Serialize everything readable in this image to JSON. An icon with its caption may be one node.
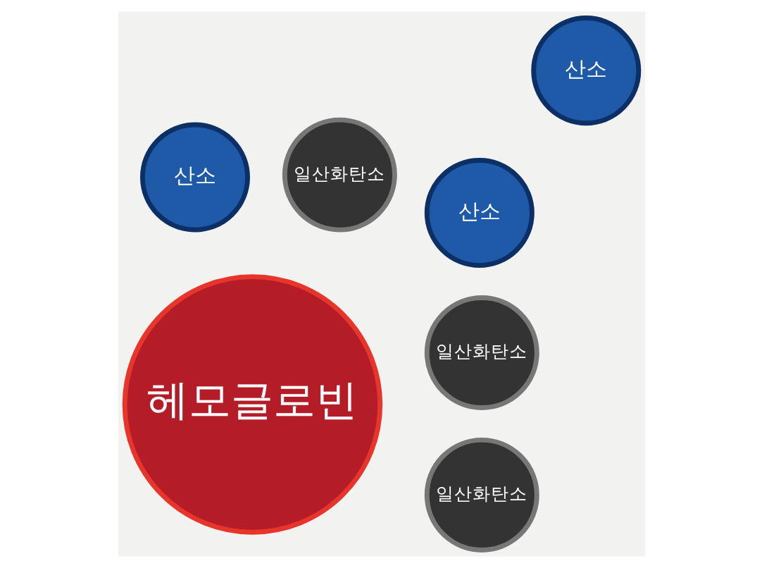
{
  "diagram": {
    "nodes": [
      {
        "text": [
          "헤모글로빈"
        ]
      },
      {
        "text": [
          "일산화탄소"
        ]
      },
      {
        "text": [
          "일산화탄소"
        ]
      },
      {
        "text": [
          "산소"
        ]
      },
      {
        "text": [
          "일산화탄소"
        ]
      },
      {
        "text": [
          "산소"
        ]
      },
      {
        "text": [
          "산소"
        ]
      }
    ]
  }
}
